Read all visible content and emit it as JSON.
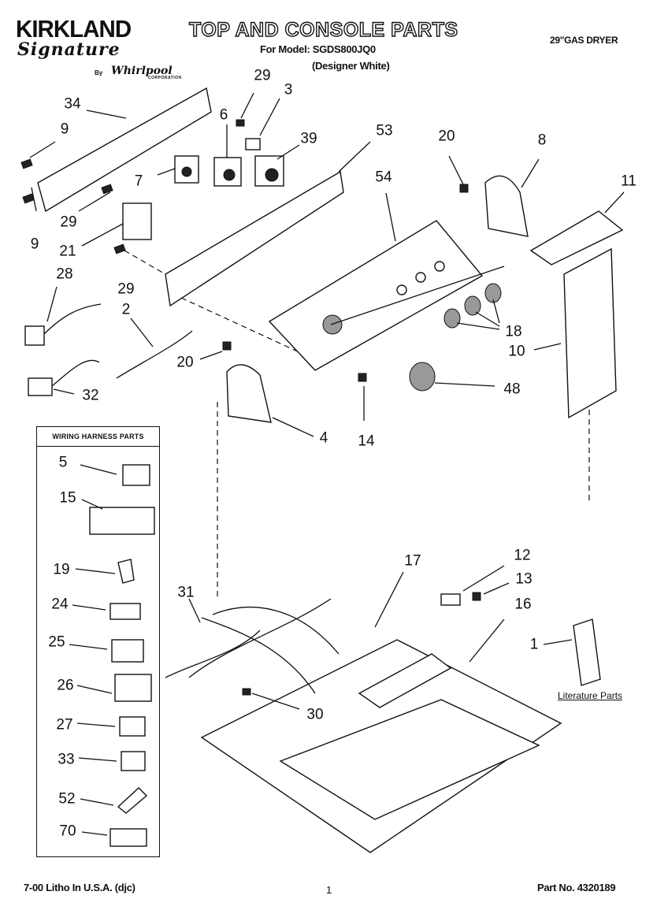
{
  "header": {
    "brand": "KIRKLAND",
    "brand_script": "Signature",
    "by": "By",
    "whirlpool": "Whirlpool",
    "corporation": "CORPORATION",
    "title": "TOP AND CONSOLE PARTS",
    "model_line": "For Model: SGDS800JQ0",
    "model_sub": "(Designer White)",
    "dryer_type": "29\"GAS DRYER"
  },
  "callouts": [
    {
      "id": "34",
      "label": "34"
    },
    {
      "id": "9a",
      "label": "9"
    },
    {
      "id": "29a",
      "label": "29"
    },
    {
      "id": "3",
      "label": "3"
    },
    {
      "id": "6",
      "label": "6"
    },
    {
      "id": "39",
      "label": "39"
    },
    {
      "id": "53",
      "label": "53"
    },
    {
      "id": "20a",
      "label": "20"
    },
    {
      "id": "8",
      "label": "8"
    },
    {
      "id": "11",
      "label": "11"
    },
    {
      "id": "7",
      "label": "7"
    },
    {
      "id": "54",
      "label": "54"
    },
    {
      "id": "29b",
      "label": "29"
    },
    {
      "id": "9b",
      "label": "9"
    },
    {
      "id": "21",
      "label": "21"
    },
    {
      "id": "29c",
      "label": "29"
    },
    {
      "id": "28",
      "label": "28"
    },
    {
      "id": "2",
      "label": "2"
    },
    {
      "id": "18",
      "label": "18"
    },
    {
      "id": "10",
      "label": "10"
    },
    {
      "id": "20b",
      "label": "20"
    },
    {
      "id": "48",
      "label": "48"
    },
    {
      "id": "32",
      "label": "32"
    },
    {
      "id": "4",
      "label": "4"
    },
    {
      "id": "14",
      "label": "14"
    },
    {
      "id": "12",
      "label": "12"
    },
    {
      "id": "17",
      "label": "17"
    },
    {
      "id": "13",
      "label": "13"
    },
    {
      "id": "16",
      "label": "16"
    },
    {
      "id": "31",
      "label": "31"
    },
    {
      "id": "1",
      "label": "1"
    },
    {
      "id": "30",
      "label": "30"
    }
  ],
  "harness": {
    "title": "WIRING HARNESS PARTS",
    "items": [
      "5",
      "15",
      "19",
      "24",
      "25",
      "26",
      "27",
      "33",
      "52",
      "70"
    ]
  },
  "literature": "Literature Parts",
  "footer": {
    "left": "7-00 Litho In U.S.A. (djc)",
    "page": "1",
    "part_no": "Part No. 4320189"
  }
}
